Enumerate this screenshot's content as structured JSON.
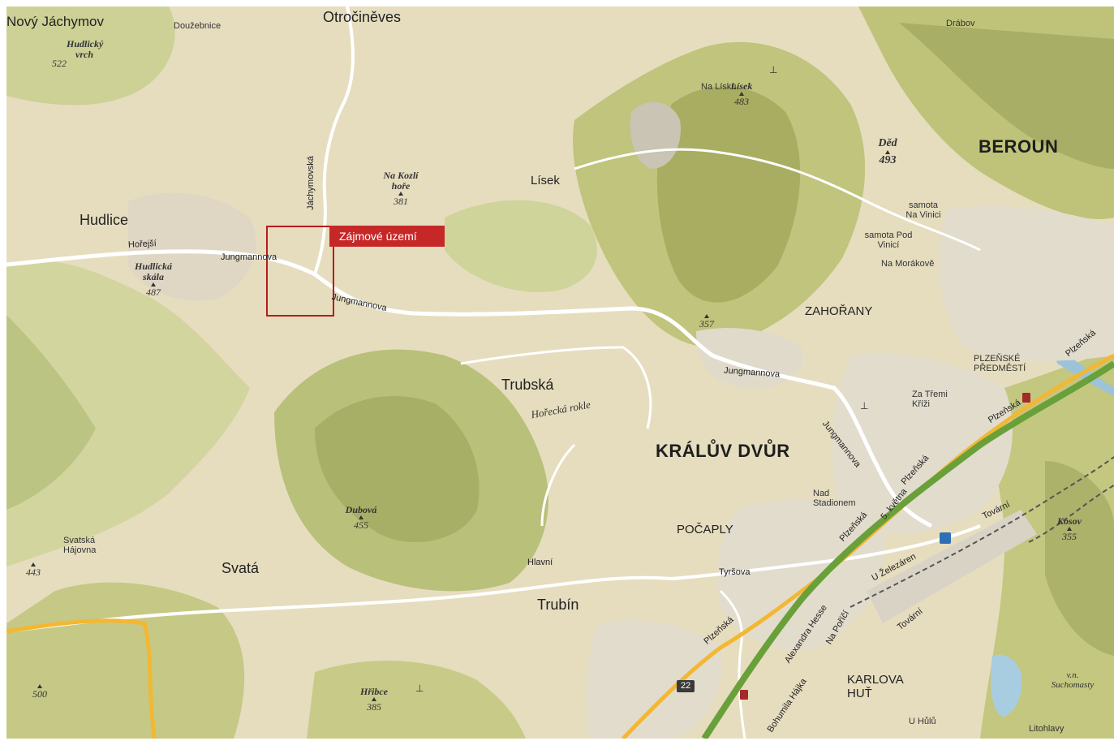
{
  "highlight": {
    "label": "Zájmové území",
    "color": "#c62828"
  },
  "places": {
    "novy_jachymov": "Nový Jáchymov",
    "douzebnice": "Doužebnice",
    "otrocineves": "Otročiněves",
    "drabov": "Drábov",
    "hudlice": "Hudlice",
    "lisek": "Lísek",
    "beroun": "BEROUN",
    "zahorany": "ZAHOŘANY",
    "trubska": "Trubská",
    "kraluv_dvur": "KRÁLŮV DVŮR",
    "plzenske_predmesti": "PLZEŇSKÉ PŘEDMĚSTÍ",
    "za_tremi_krizi": "Za Třemi Kříži",
    "nad_stadionem": "Nad Stadionem",
    "pocaply": "POČAPLY",
    "svata": "Svatá",
    "svatska_hajovna": "Svatská Hájovna",
    "trubin": "Trubín",
    "karlova_hut": "KARLOVA HUŤ",
    "u_hulu": "U Hůlů",
    "litohlavy": "Litohlavy",
    "samota_na_vinici": "samota Na Vinici",
    "samota_pod_vinici": "samota Pod Vinicí",
    "na_morakove": "Na Morákově",
    "na_lisku": "Na Lísku",
    "vn_suchomasty": "v.n. Suchomasty"
  },
  "peaks": {
    "hudlicky_vrch": {
      "name": "Hudlický vrch",
      "elev": "522"
    },
    "na_kozli_hore": {
      "name": "Na Kozlí hoře",
      "elev": "381"
    },
    "lisek_peak": {
      "name": "Lísek",
      "elev": "483"
    },
    "ded": {
      "name": "Děd",
      "elev": "493"
    },
    "hudlicka_skala": {
      "name": "Hudlická skála",
      "elev": "487"
    },
    "p357": {
      "elev": "357"
    },
    "dubova": {
      "name": "Dubová",
      "elev": "455"
    },
    "kosov": {
      "name": "Kosov",
      "elev": "355"
    },
    "p443": {
      "elev": "443"
    },
    "p500": {
      "elev": "500"
    },
    "hribce": {
      "name": "Hřibce",
      "elev": "385"
    }
  },
  "streets": {
    "horejsi": "Hořejší",
    "jungmannova1": "Jungmannova",
    "jungmannova2": "Jungmannova",
    "jungmannova3": "Jungmannova",
    "jungmannova4": "Jungmannova",
    "jachymovska": "Jáchymovská",
    "horecka_rokle": "Hořecká rokle",
    "plzenska1": "Plzeňská",
    "plzenska2": "Plzeňská",
    "plzenska3": "Plzeňská",
    "plzenska4": "Plzeňská",
    "plzenska5": "Plzeňská",
    "petikvetna": "5. května",
    "tovarni1": "Tovární",
    "tovarni2": "Tovární",
    "u_zelezaren": "U Železáren",
    "hlavni": "Hlavní",
    "tyrsova": "Tyršova",
    "alexandra_hesse": "Alexandra Hesse",
    "na_porici": "Na Poříčí",
    "bohumila_hajka": "Bohumila Hájka",
    "road22": "22"
  }
}
